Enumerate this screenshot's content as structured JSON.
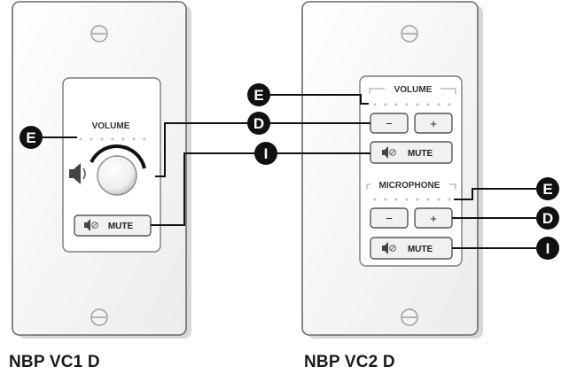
{
  "devices": [
    {
      "id": "vc1",
      "caption": "NBP VC1 D",
      "volume_label": "VOLUME",
      "mute_label": "MUTE"
    },
    {
      "id": "vc2",
      "caption": "NBP VC2 D",
      "volume_label": "VOLUME",
      "microphone_label": "MICROPHONE",
      "minus_label": "−",
      "plus_label": "+",
      "mute_label": "MUTE"
    }
  ],
  "callouts": {
    "led_indicators": "E",
    "volume_control": "D",
    "mute_button": "I"
  },
  "colors": {
    "plate_stroke": "#6b6b6b",
    "plate_fill": "#ffffff",
    "button_fill": "#f1f1f1",
    "led": "#c8c8c8",
    "callout": "#111111",
    "text": "#222222"
  }
}
